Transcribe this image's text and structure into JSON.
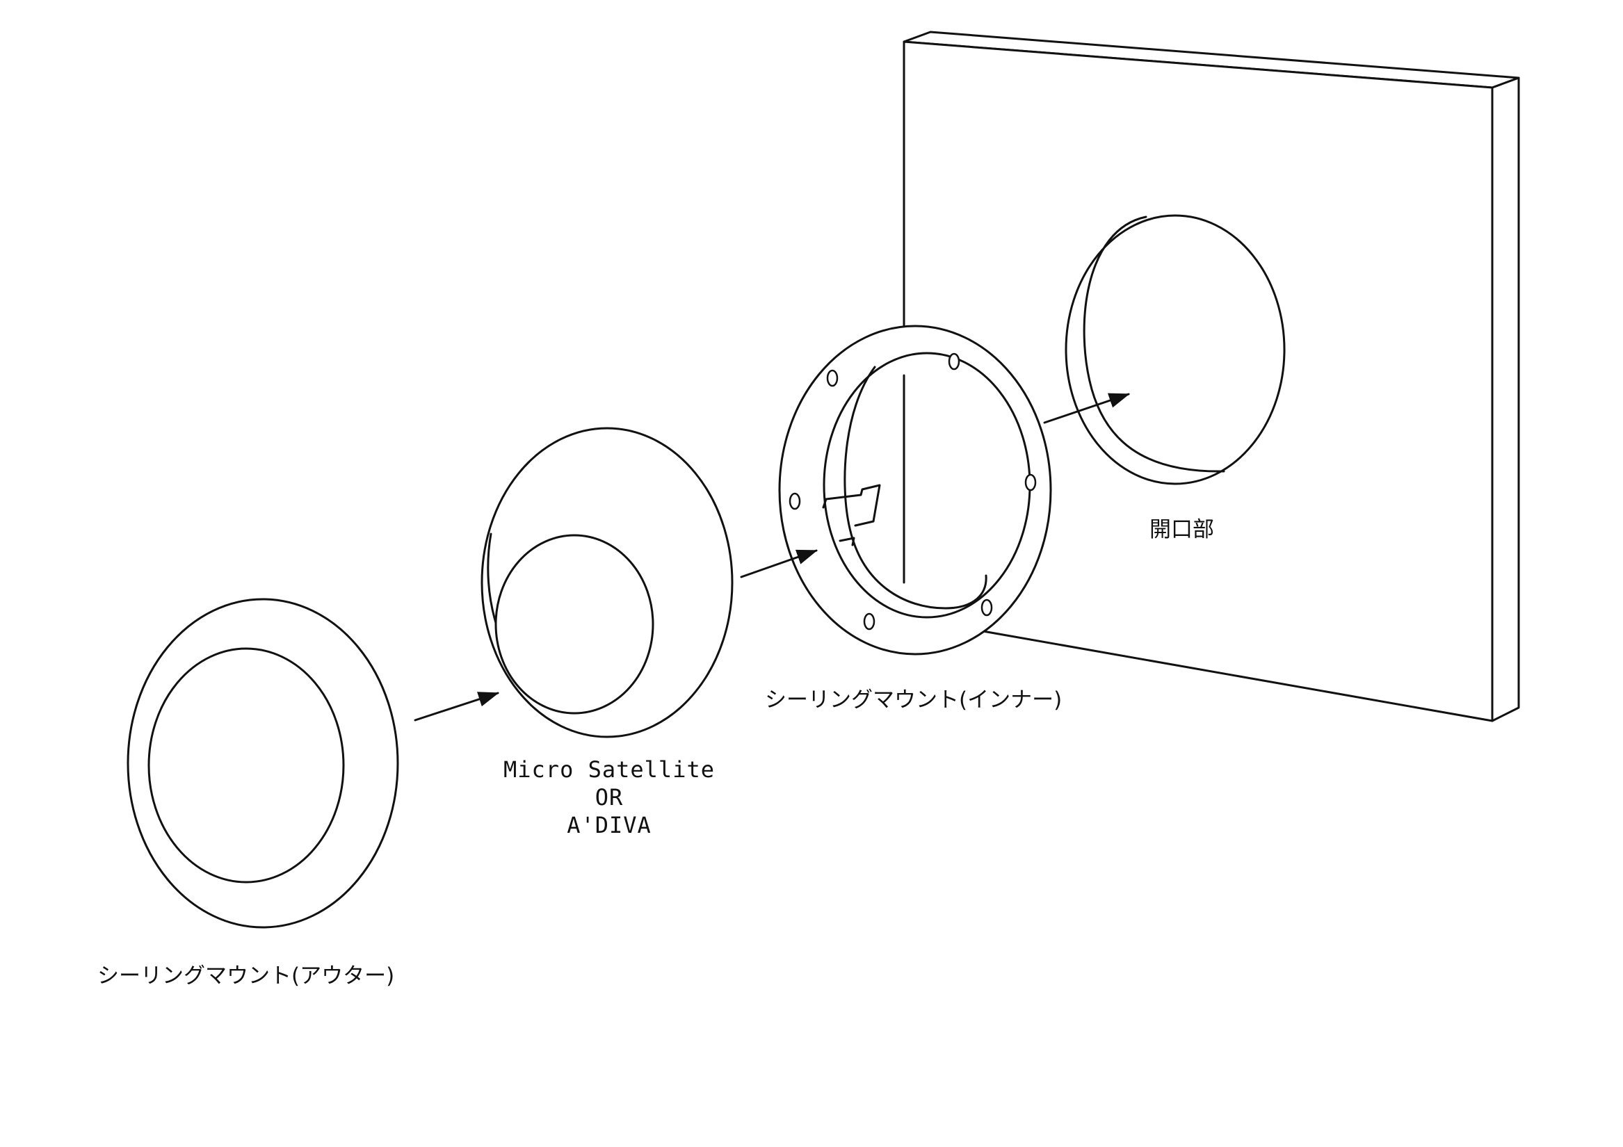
{
  "diagram": {
    "labels": {
      "outer_mount": "シーリングマウント(アウター)",
      "speaker_line1": "Micro Satellite",
      "speaker_line2": "OR",
      "speaker_line3": "A'DIVA",
      "inner_mount": "シーリングマウント(インナー)",
      "opening": "開口部"
    },
    "colors": {
      "line": "#111111",
      "background": "#ffffff"
    }
  }
}
